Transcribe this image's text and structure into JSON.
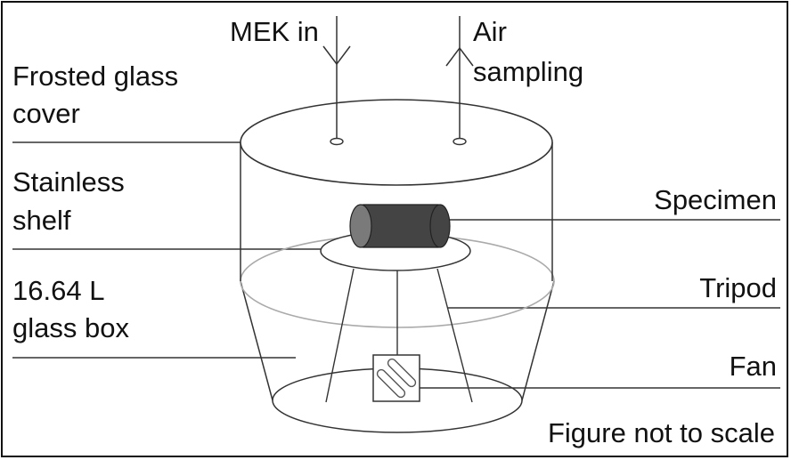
{
  "labels": {
    "mek_in": "MEK in",
    "air": "Air",
    "sampling": "sampling",
    "frosted_line1": "Frosted glass",
    "frosted_line2": "cover",
    "stainless_line1": "Stainless",
    "stainless_line2": "shelf",
    "box_line1": "16.64 L",
    "box_line2": "glass box",
    "specimen": "Specimen",
    "tripod": "Tripod",
    "fan": "Fan",
    "note": "Figure not to scale"
  }
}
